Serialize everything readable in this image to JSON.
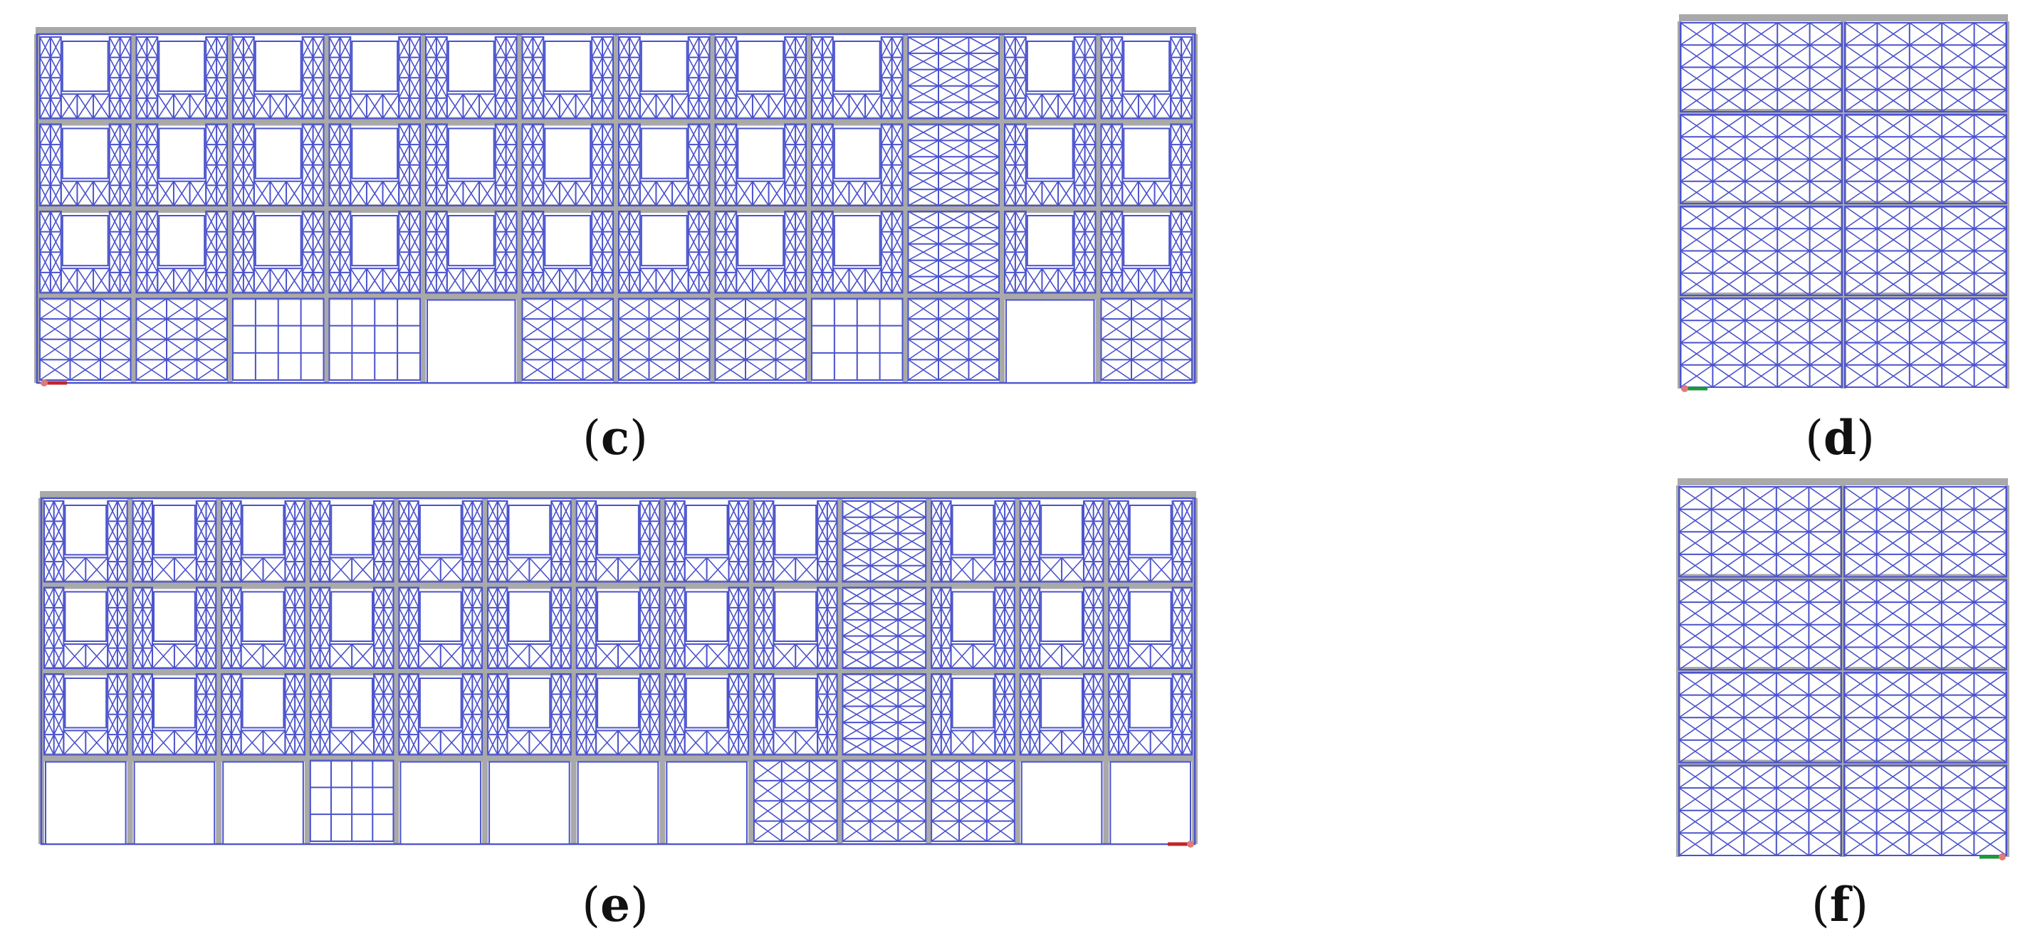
{
  "colors": {
    "mesh": "#4a52cc",
    "slab": "#a9a9a9",
    "axis_x": "#c0262a",
    "axis_y": "#1a9a3a",
    "origin": "#e07b7b",
    "label": "#111111"
  },
  "panels": {
    "c": {
      "label_open": "(",
      "label_letter": "c",
      "label_close": ")",
      "bays": 12,
      "floors": 4
    },
    "d": {
      "label_open": "(",
      "label_letter": "d",
      "label_close": ")",
      "bays": 2,
      "floors": 4
    },
    "e": {
      "label_open": "(",
      "label_letter": "e",
      "label_close": ")",
      "bays": 13,
      "floors": 4
    },
    "f": {
      "label_open": "(",
      "label_letter": "f",
      "label_close": ")",
      "bays": 2,
      "floors": 4
    }
  }
}
